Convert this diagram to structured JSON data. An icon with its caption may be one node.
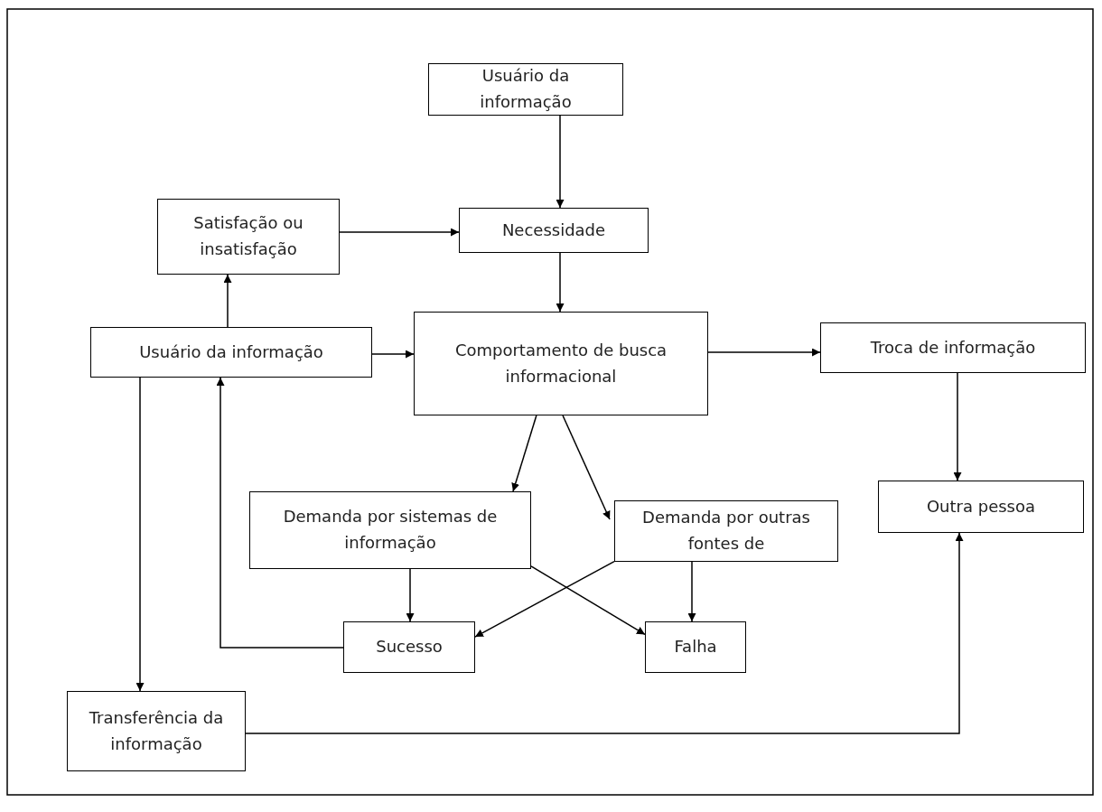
{
  "diagram": {
    "nodes": [
      {
        "text": [
          "Usuário da informação"
        ]
      },
      {
        "text": [
          "Satisfação ou insatisfação"
        ]
      },
      {
        "text": [
          "Necessidade"
        ]
      },
      {
        "text": [
          "Usuário da informação"
        ]
      },
      {
        "text": [
          "Comportamento de busca informacional"
        ]
      },
      {
        "text": [
          "Troca de informação"
        ]
      },
      {
        "text": [
          "Demanda por sistemas de informação"
        ]
      },
      {
        "text": [
          "Demanda por outras fontes de"
        ]
      },
      {
        "text": [
          "Outra pessoa"
        ]
      },
      {
        "text": [
          "Sucesso"
        ]
      },
      {
        "text": [
          "Falha"
        ]
      },
      {
        "text": [
          "Transferência da informação"
        ]
      }
    ],
    "edges": [
      {
        "from": 0,
        "to": 2,
        "arrow": "to"
      },
      {
        "from": 1,
        "to": 2,
        "arrow": "to"
      },
      {
        "from": 2,
        "to": 4,
        "arrow": "to"
      },
      {
        "from": 3,
        "to": 1,
        "arrow": "to"
      },
      {
        "from": 3,
        "to": 4,
        "arrow": "to"
      },
      {
        "from": 4,
        "to": 5,
        "arrow": "to"
      },
      {
        "from": 4,
        "to": 6,
        "arrow": "to"
      },
      {
        "from": 4,
        "to": 7,
        "arrow": "to"
      },
      {
        "from": 5,
        "to": 8,
        "arrow": "to"
      },
      {
        "from": 6,
        "to": 9,
        "arrow": "to"
      },
      {
        "from": 6,
        "to": 10,
        "arrow": "to"
      },
      {
        "from": 7,
        "to": 9,
        "arrow": "to"
      },
      {
        "from": 7,
        "to": 10,
        "arrow": "to"
      },
      {
        "from": 9,
        "to": 3,
        "arrow": "to"
      },
      {
        "from": 3,
        "to": 11,
        "arrow": "to"
      },
      {
        "from": 11,
        "to": 8,
        "arrow": "to"
      }
    ]
  }
}
